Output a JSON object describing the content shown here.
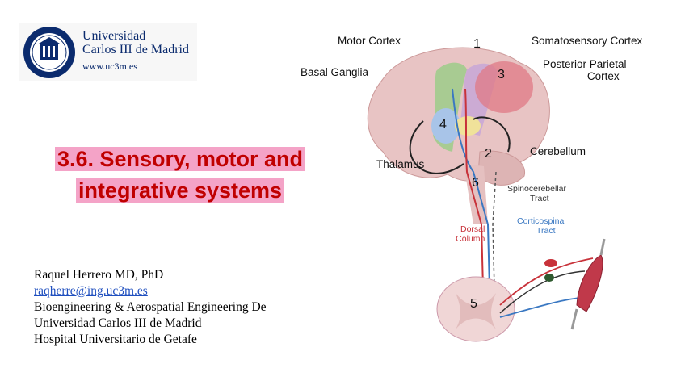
{
  "logo": {
    "line1": "Universidad",
    "line2": "Carlos III de Madrid",
    "url": "www.uc3m.es"
  },
  "title": {
    "line1": "3.6. Sensory, motor and",
    "line2": "integrative systems"
  },
  "author": {
    "name": "Raquel Herrero MD, PhD",
    "email": "raqherre@ing.uc3m.es",
    "dept": "Bioengineering & Aerospatial Engineering De",
    "university": "Universidad Carlos III de Madrid",
    "hospital": "Hospital Universitario de Getafe"
  },
  "diagram": {
    "labels": {
      "motor_cortex": "Motor Cortex",
      "somatosensory_cortex": "Somatosensory Cortex",
      "posterior_parietal_1": "Posterior Parietal",
      "posterior_parietal_2": "Cortex",
      "basal_ganglia": "Basal Ganglia",
      "cerebellum": "Cerebellum",
      "thalamus": "Thalamus",
      "spinocerebellar_1": "Spinocerebellar",
      "spinocerebellar_2": "Tract",
      "corticospinal_1": "Corticospinal",
      "corticospinal_2": "Tract",
      "dorsal_1": "Dorsal",
      "dorsal_2": "Column"
    },
    "numbers": [
      "1",
      "2",
      "3",
      "4",
      "5",
      "6"
    ],
    "colors": {
      "brain": "#e8c4c4",
      "motor": "#9ccc8a",
      "somatosensory": "#c9a8d6",
      "parietal": "#e07a86",
      "basal_ganglia": "#a8c4e8",
      "thalamus": "#f0e29a",
      "motor_path": "#3a78c2",
      "sensory_path": "#c8323a",
      "spinocerebellar": "#333333"
    }
  }
}
